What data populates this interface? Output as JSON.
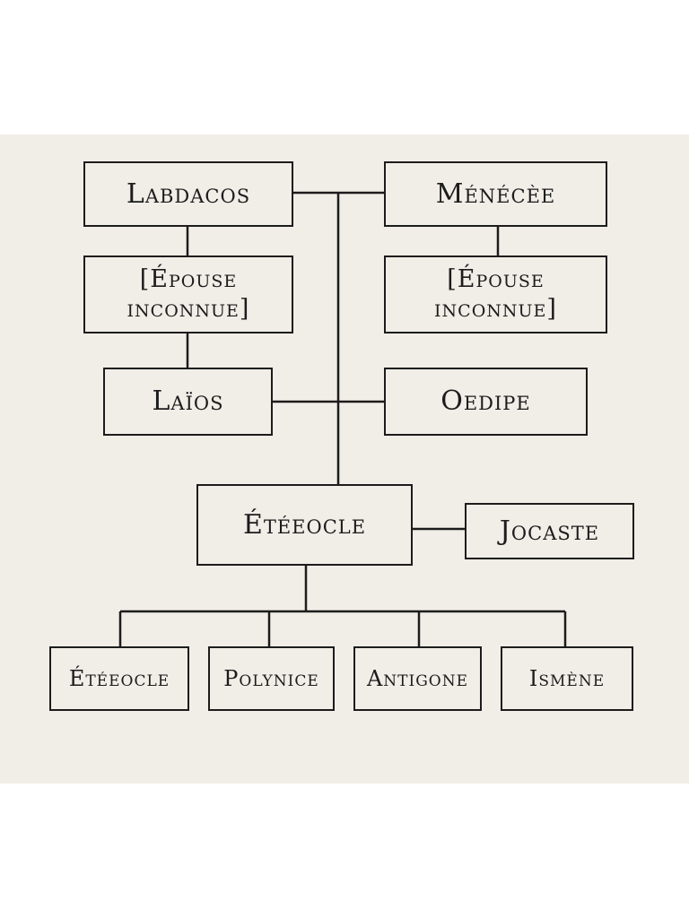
{
  "nodes": {
    "labdacos": "Labdacos",
    "menecee": "Ménécèe",
    "epouse_left": "[Épouse inconnue]",
    "epouse_right": "[Épouse inconnue]",
    "laios": "Laïos",
    "oedipe": "Oedipe",
    "eteocle_center": "Étéeocle",
    "jocaste": "Jocaste",
    "child_eteocle": "Étéeocle",
    "child_polynice": "Polynice",
    "child_antigone": "Antigone",
    "child_ismene": "Ismène"
  },
  "colors": {
    "background": "#f1ede7",
    "line": "#1c1c1c"
  }
}
